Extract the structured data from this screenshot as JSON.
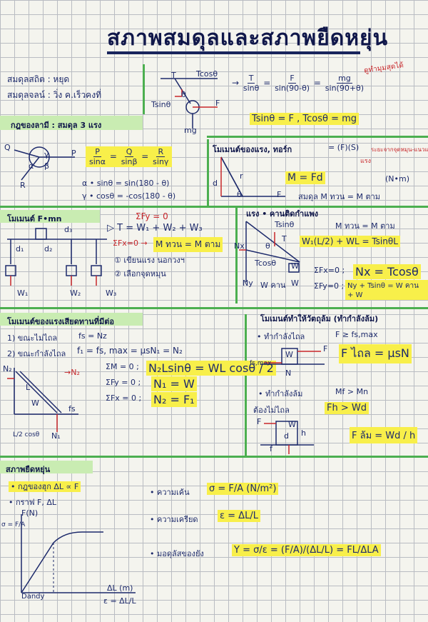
{
  "title": "สภาพสมดุลและสภาพยืดหยุ่น",
  "note_red": "ดูทำมุมสุดได้",
  "s1": {
    "line1": "สมดุลสถิต : หยุด",
    "line2": "สมดุลจลน์ : วิ่ง ค.เร็วคงที่",
    "eq1_lhs_n": "T",
    "eq1_lhs_d": "sinθ",
    "eq1_mid_n": "F",
    "eq1_mid_d": "sin(90-θ)",
    "eq1_rhs_n": "mg",
    "eq1_rhs_d": "sin(90+θ)",
    "eq2": "Tsinθ = F ,   Tcosθ = mg",
    "fig_labels": [
      "T",
      "Tcosθ",
      "θ",
      "Tsinθ",
      "F",
      "mg"
    ]
  },
  "lami": {
    "header": "กฎของลามี : สมดุล 3 แรง",
    "eq": [
      "P",
      "sinα",
      "Q",
      "sinβ",
      "R",
      "sinγ"
    ],
    "line1": "α • sinθ = sin(180 - θ)",
    "line2": "γ • cosθ = -cos(180 - θ)",
    "vecs": [
      "Q",
      "P",
      "R",
      "α",
      "β",
      "γ"
    ]
  },
  "moment": {
    "header": "โมเมนต์ของแรง, ทอร์ก",
    "head_eq": "= (F)(S)",
    "head_red": "ระยะจากจุดหมุน-แนวแรง",
    "sub_red": "แรง",
    "eq": "M = Fd",
    "unit": "(N•m)",
    "balance": "สมดุล  M ทวน = M ตาม",
    "labels": [
      "r",
      "d",
      "θ",
      "F"
    ]
  },
  "fm": {
    "header": "โมเมนต์ F•mn",
    "eq1": "ΣFy = 0",
    "eq2": "T = W₁ + W₂ + W₃",
    "eq3_lbl": "ΣFx=0 →",
    "eq3": "M ทวน = M ตาม",
    "step1": "① เขียนแรง นอกวงฯ",
    "step2": "② เลือกจุดหมุน",
    "labels": [
      "d₃",
      "d₁",
      "d₂",
      "W₁",
      "W₂",
      "W₃"
    ]
  },
  "hinge": {
    "header": "แรง • คานติดกำแพง",
    "eq1": "M ทวน = M ตาม",
    "eq2": "W₁(L/2) + WL = TsinθL",
    "eq3_lbl": "ΣFx=0 ;",
    "eq3": "Nx = Tcosθ",
    "eq4_lbl": "ΣFy=0 ;",
    "eq4": "Ny + Tsinθ = W คาน + W",
    "labels": [
      "Tsinθ",
      "T",
      "θ",
      "Nx",
      "Tcosθ",
      "Ny",
      "W คาน",
      "W",
      "W"
    ]
  },
  "friction": {
    "header": "โมเมนต์ของแรงเสียดทานที่มีต่อ",
    "l1_lbl": "1) ขณะไม่ไถล",
    "l1": "fs = Nz",
    "l2_lbl": "2) ขณะกำลังไถล",
    "l2": "f₁ = fs, max = μsN₁ = N₂",
    "e1_lbl": "ΣM = 0 ;",
    "e1": "N₂Lsinθ = WL cosθ / 2",
    "e2_lbl": "ΣFy = 0 ;",
    "e2": "N₁ = W",
    "e3_lbl": "ΣFx = 0 ;",
    "e3": "N₂ = F₁",
    "labels": [
      "N₂",
      "→N₂",
      "L",
      "W",
      "fs",
      "N₁",
      "L/2 cosθ"
    ]
  },
  "tip": {
    "header": "โมเมนต์ทำให้วัตถุล้ม (ทำกำลังล้ม)",
    "c1_lbl": "• ทำกำลังไถล",
    "c1": "F ≥ fs,max",
    "c1_hl": "F ไถล = μsN",
    "c2_lbl": "• ทำกำลังล้ม",
    "c2": "Mf > Mn",
    "c3_lbl": "ต้องไม่ไถล",
    "c3": "Fh > Wd",
    "c4": "F ล้ม = Wd / h",
    "labels": [
      "F",
      "fs,max",
      "W",
      "N",
      "F",
      "f",
      "h",
      "d",
      "W"
    ]
  },
  "elastic": {
    "header": "สภาพยืดหยุ่น",
    "i1": "• กฎของฮุก  ΔL ∝ F",
    "i2": "• กราฟ  F, ΔL",
    "stress_lbl": "• ความเค้น",
    "stress": "σ = F/A  (N/m²)",
    "strain_lbl": "• ความเครียด",
    "strain": "ε = ΔL/L",
    "young_lbl": "• มอดุลัสของยัง",
    "young": "Y = σ/ε = (F/A)/(ΔL/L) = FL/ΔLA",
    "graph_y": "F(N)",
    "graph_y2": "σ = F/A",
    "graph_x": "ΔL (m)",
    "graph_x2": "ε = ΔL/L",
    "graph_origin": "Dandy"
  }
}
